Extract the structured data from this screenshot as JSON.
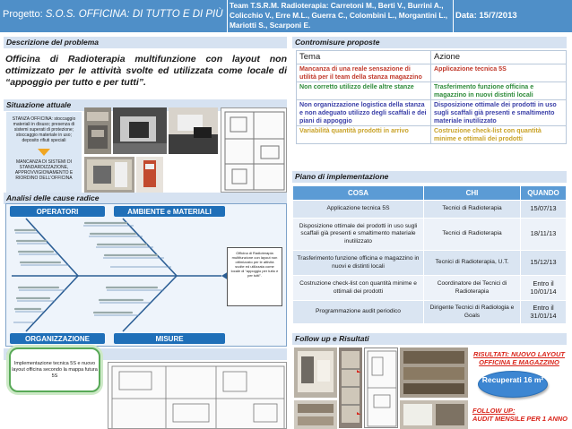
{
  "header": {
    "project_label": "Progetto: ",
    "project_name": "S.O.S. OFFICINA: DI TUTTO E DI PIÙ",
    "team": "Team T.S.R.M. Radioterapia: Carretoni M., Berti V., Burrini A., Colicchio V., Erre M.L., Guerra C., Colombini L., Morgantini L., Mariotti S., Scarponi E.",
    "date": "Data: 15/7/2013"
  },
  "sections": {
    "problem_title": "Descrizione del problema",
    "situation_title": "Situazione attuale",
    "analysis_title": "Analisi delle cause radice",
    "objective_title": "Obiettivo",
    "countermeasures_title": "Contromisure proposte",
    "plan_title": "Piano di implementazione",
    "followup_title": "Follow up e Risultati"
  },
  "problem_text": "Officina di Radioterapia multifunzione con layout non ottimizzato per le attività svolte ed utilizzata come locale di “appoggio per tutto e per tutti”.",
  "situation_note": {
    "block1": "STANZA OFFICINA: stoccaggio materiali in disuso; presenza di sistemi superati di protezione; stoccaggio materiale in uso; deposito rifiuti speciali",
    "block2": "MANCANZA DI SISTEMI DI STANDARDIZZAZIONE, APPROVVIGIONAMENTO E RIORDINO DELL'OFFICINA"
  },
  "fishbone": {
    "categories": [
      "OPERATORI",
      "AMBIENTE e MATERIALI",
      "ORGANIZZAZIONE",
      "MISURE"
    ],
    "effect": "Officina di Radioterapia multifunzione con layout non ottimizzato per le attività svolte ed utilizzata come locale di “appoggio per tutto e per tutti”."
  },
  "objective_text": "Implementazione tecnica 5S e nuovo layout officina secondo la mappa futura 5S",
  "countermeasures": {
    "headers": [
      "Tema",
      "Azione"
    ],
    "rows": [
      {
        "tema": "Mancanza di una reale sensazione di utilità per il team della stanza magazzino",
        "azione": "Applicazione tecnica 5S",
        "tema_color": "#c0392b",
        "azione_color": "#c0392b"
      },
      {
        "tema": "Non corretto utilizzo delle altre stanze",
        "azione": "Trasferimento funzione officina e magazzino in nuovi distinti locali",
        "tema_color": "#2e8b3a",
        "azione_color": "#2e8b3a"
      },
      {
        "tema": "Non organizzazione logistica della stanza e non adeguato utilizzo degli scaffali e dei piani di appoggio",
        "azione": "Disposizione ottimale dei prodotti in uso sugli scaffali già presenti e smaltimento materiale inutilizzato",
        "tema_color": "#3a3fa7",
        "azione_color": "#3a3fa7"
      },
      {
        "tema": "Variabilità quantità prodotti in arrivo",
        "azione": "Costruzione check-list con quantità minime e ottimali dei prodotti",
        "tema_color": "#c9a227",
        "azione_color": "#c9a227"
      }
    ]
  },
  "plan": {
    "headers": [
      "COSA",
      "CHI",
      "QUANDO"
    ],
    "rows": [
      {
        "cosa": "Applicazione tecnica 5S",
        "chi": "Tecnici di Radioterapia",
        "quando": "15/07/13"
      },
      {
        "cosa": "Disposizione ottimale dei prodotti in uso sugli scaffali già presenti e smaltimento materiale inutilizzato",
        "chi": "Tecnici di Radioterapia",
        "quando": "18/11/13"
      },
      {
        "cosa": "Trasferimento funzione officina e magazzino in nuovi e distinti locali",
        "chi": "Tecnici di Radioterapia, U.T.",
        "quando": "15/12/13"
      },
      {
        "cosa": "Costruzione check-list con quantità minime e ottimali dei prodotti",
        "chi": "Coordinatore dei Tecnici di Radioterapia",
        "quando": "Entro il 10/01/14"
      },
      {
        "cosa": "Programmazione audit periodico",
        "chi": "Dirigente Tecnici di Radiologia e Goals",
        "quando": "Entro il 31/01/14"
      }
    ]
  },
  "results": {
    "title": "RISULTATI: NUOVO LAYOUT OFFICINA E MAGAZZINO",
    "oval": "Recuperati 16 m²",
    "followup_label": "FOLLOW UP:",
    "followup_text": "AUDIT MENSILE PER 1 ANNO"
  },
  "colors": {
    "header_bg": "#4f8fc8",
    "section_bar": "#d6e2f1",
    "plan_header": "#5b9bd5",
    "accent_red": "#d9261c"
  }
}
